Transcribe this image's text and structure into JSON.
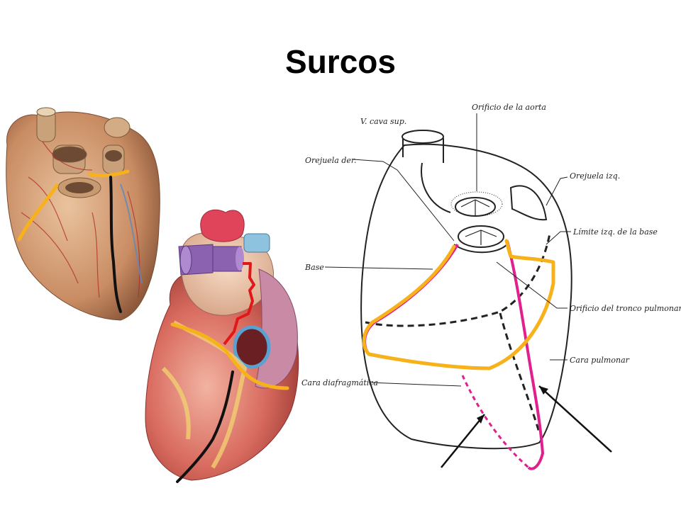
{
  "title": "Surcos",
  "labels": {
    "vena_cava": "V. cava sup.",
    "orificio_aorta": "Orificio de la aorta",
    "orejuela_der": "Orejuela der.",
    "orejuela_izq": "Orejuela izq.",
    "limite_izq_base": "Límite izq. de la base",
    "base": "Base",
    "orificio_tronco": "Orificio del tronco pulmonar",
    "cara_pulmonar": "Cara pulmonar",
    "cara_diafragmatica": "Cara diafragmática"
  },
  "colors": {
    "coronary_sulcus": "#f7b21b",
    "interventricular_sulcus": "#111111",
    "magenta_sulcus": "#e0208c",
    "red_sulcus": "#e01818",
    "myocardium": "#d9a07a",
    "myocardium_dark": "#b8614a"
  }
}
